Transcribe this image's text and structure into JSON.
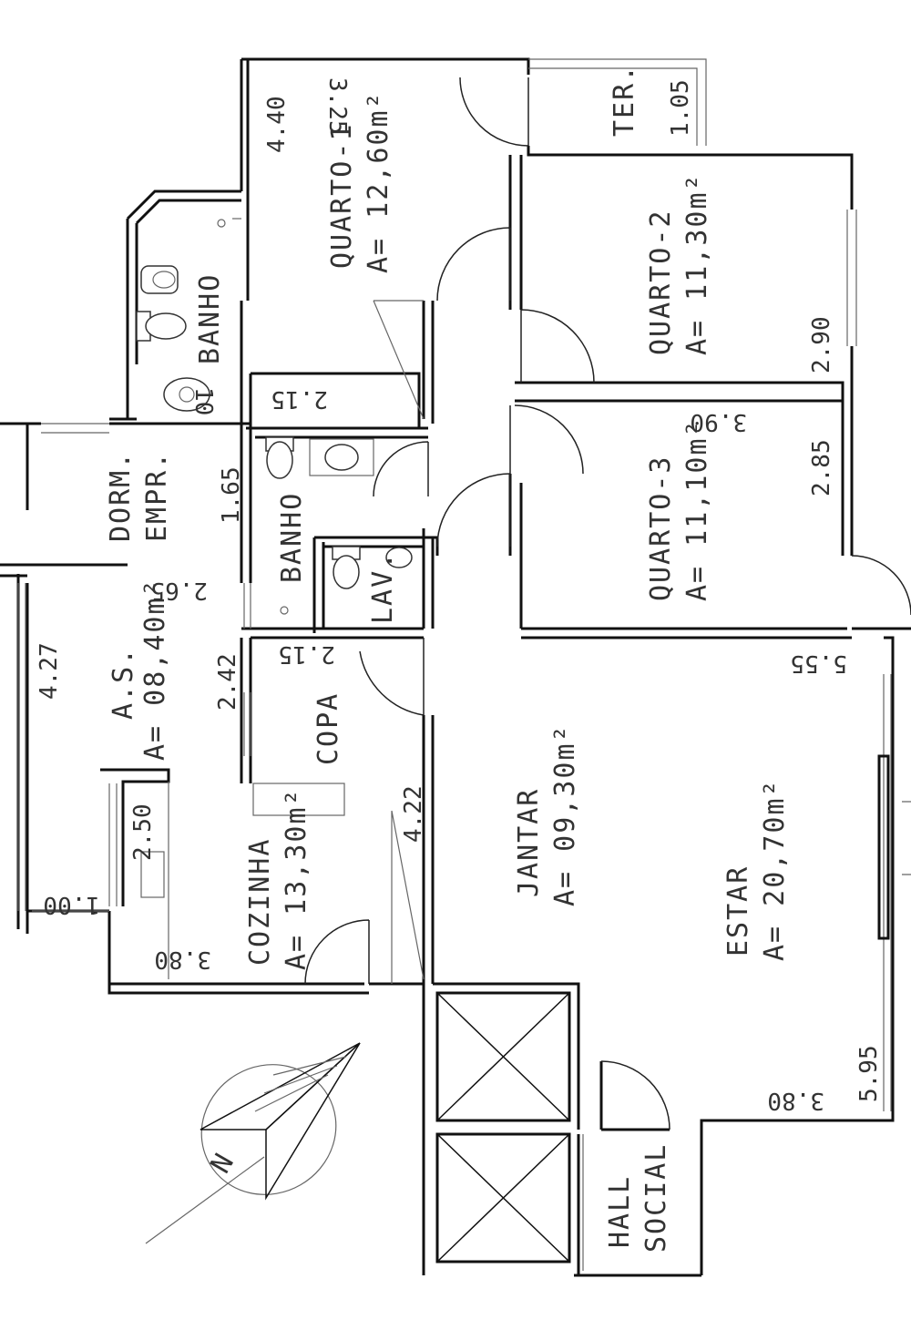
{
  "rooms": {
    "quarto1": {
      "name": "QUARTO-1",
      "area": "A= 12,60m²",
      "dim_a": "4.40",
      "dim_b": "3.25"
    },
    "quarto2": {
      "name": "QUARTO-2",
      "area": "A= 11,30m²",
      "dim_a": "2.90"
    },
    "quarto3": {
      "name": "QUARTO-3",
      "area": "A= 11,10m²",
      "dim_a": "2.85",
      "dim_b": "3.90"
    },
    "terraco": {
      "name": "TER.",
      "dim_a": "1.05"
    },
    "banho_suite": {
      "name": "BANHO",
      "dim_a": "2.15"
    },
    "dorm_empr": {
      "name_1": "DORM.",
      "name_2": "EMPR.",
      "dim_a": "1.65",
      "dim_b": "2.65"
    },
    "banho_social": {
      "name": "BANHO"
    },
    "lavabo": {
      "name": "LAV."
    },
    "area_servico": {
      "name": "A.S.",
      "area": "A= 08,40m²",
      "dim_a": "4.27",
      "dim_b": "2.42",
      "dim_c": "2.50",
      "dim_d": "1.00"
    },
    "copa": {
      "name": "COPA",
      "dim_a": "2.15"
    },
    "cozinha": {
      "name": "COZINHA",
      "area": "A= 13,30m²",
      "dim_a": "3.80",
      "dim_b": "4.22"
    },
    "jantar": {
      "name": "JANTAR",
      "area": "A= 09,30m²"
    },
    "estar": {
      "name": "ESTAR",
      "area": "A= 20,70m²",
      "dim_a": "5.55",
      "dim_b": "5.95",
      "dim_c": "3.80"
    },
    "hall": {
      "name_1": "HALL",
      "name_2": "SOCIAL"
    }
  },
  "north_arrow": {
    "label": "N"
  }
}
